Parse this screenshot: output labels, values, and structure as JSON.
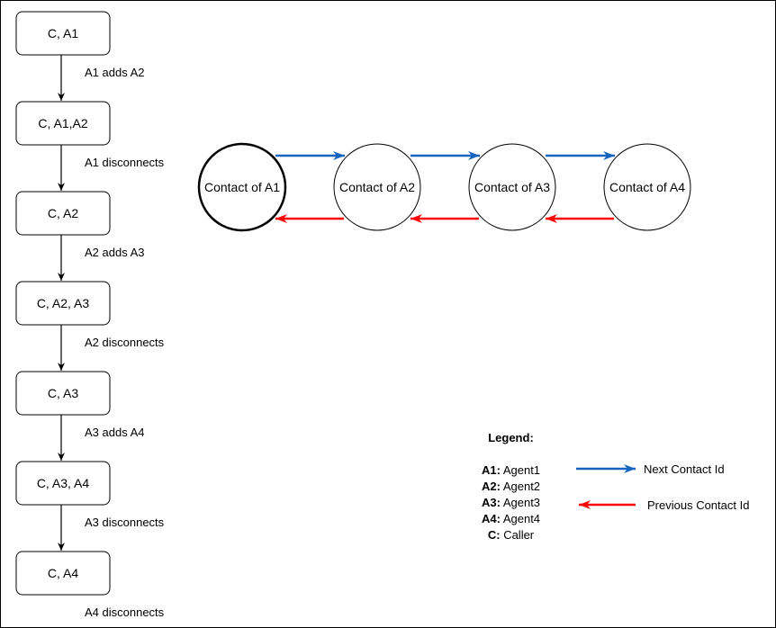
{
  "flow": {
    "states": [
      "C, A1",
      "C, A1,A2",
      "C, A2",
      "C, A2, A3",
      "C, A3",
      "C, A3, A4",
      "C, A4"
    ],
    "transitions": [
      "A1 adds A2",
      "A1 disconnects",
      "A2 adds A3",
      "A2 disconnects",
      "A3 adds A4",
      "A3 disconnects"
    ],
    "final_label": "A4 disconnects"
  },
  "chain": {
    "contacts": [
      "Contact of A1",
      "Contact of A2",
      "Contact of A3",
      "Contact of A4"
    ],
    "highlighted_index": 0
  },
  "legend": {
    "title": "Legend:",
    "entries": [
      {
        "key": "A1:",
        "value": "Agent1"
      },
      {
        "key": "A2:",
        "value": "Agent2"
      },
      {
        "key": "A3:",
        "value": "Agent3"
      },
      {
        "key": "A4:",
        "value": "Agent4"
      },
      {
        "key": "C:",
        "value": "Caller"
      }
    ],
    "next_label": "Next Contact Id",
    "previous_label": "Previous Contact Id"
  },
  "colors": {
    "next": "#1565c0",
    "previous": "#ff0000",
    "stroke": "#000000"
  }
}
